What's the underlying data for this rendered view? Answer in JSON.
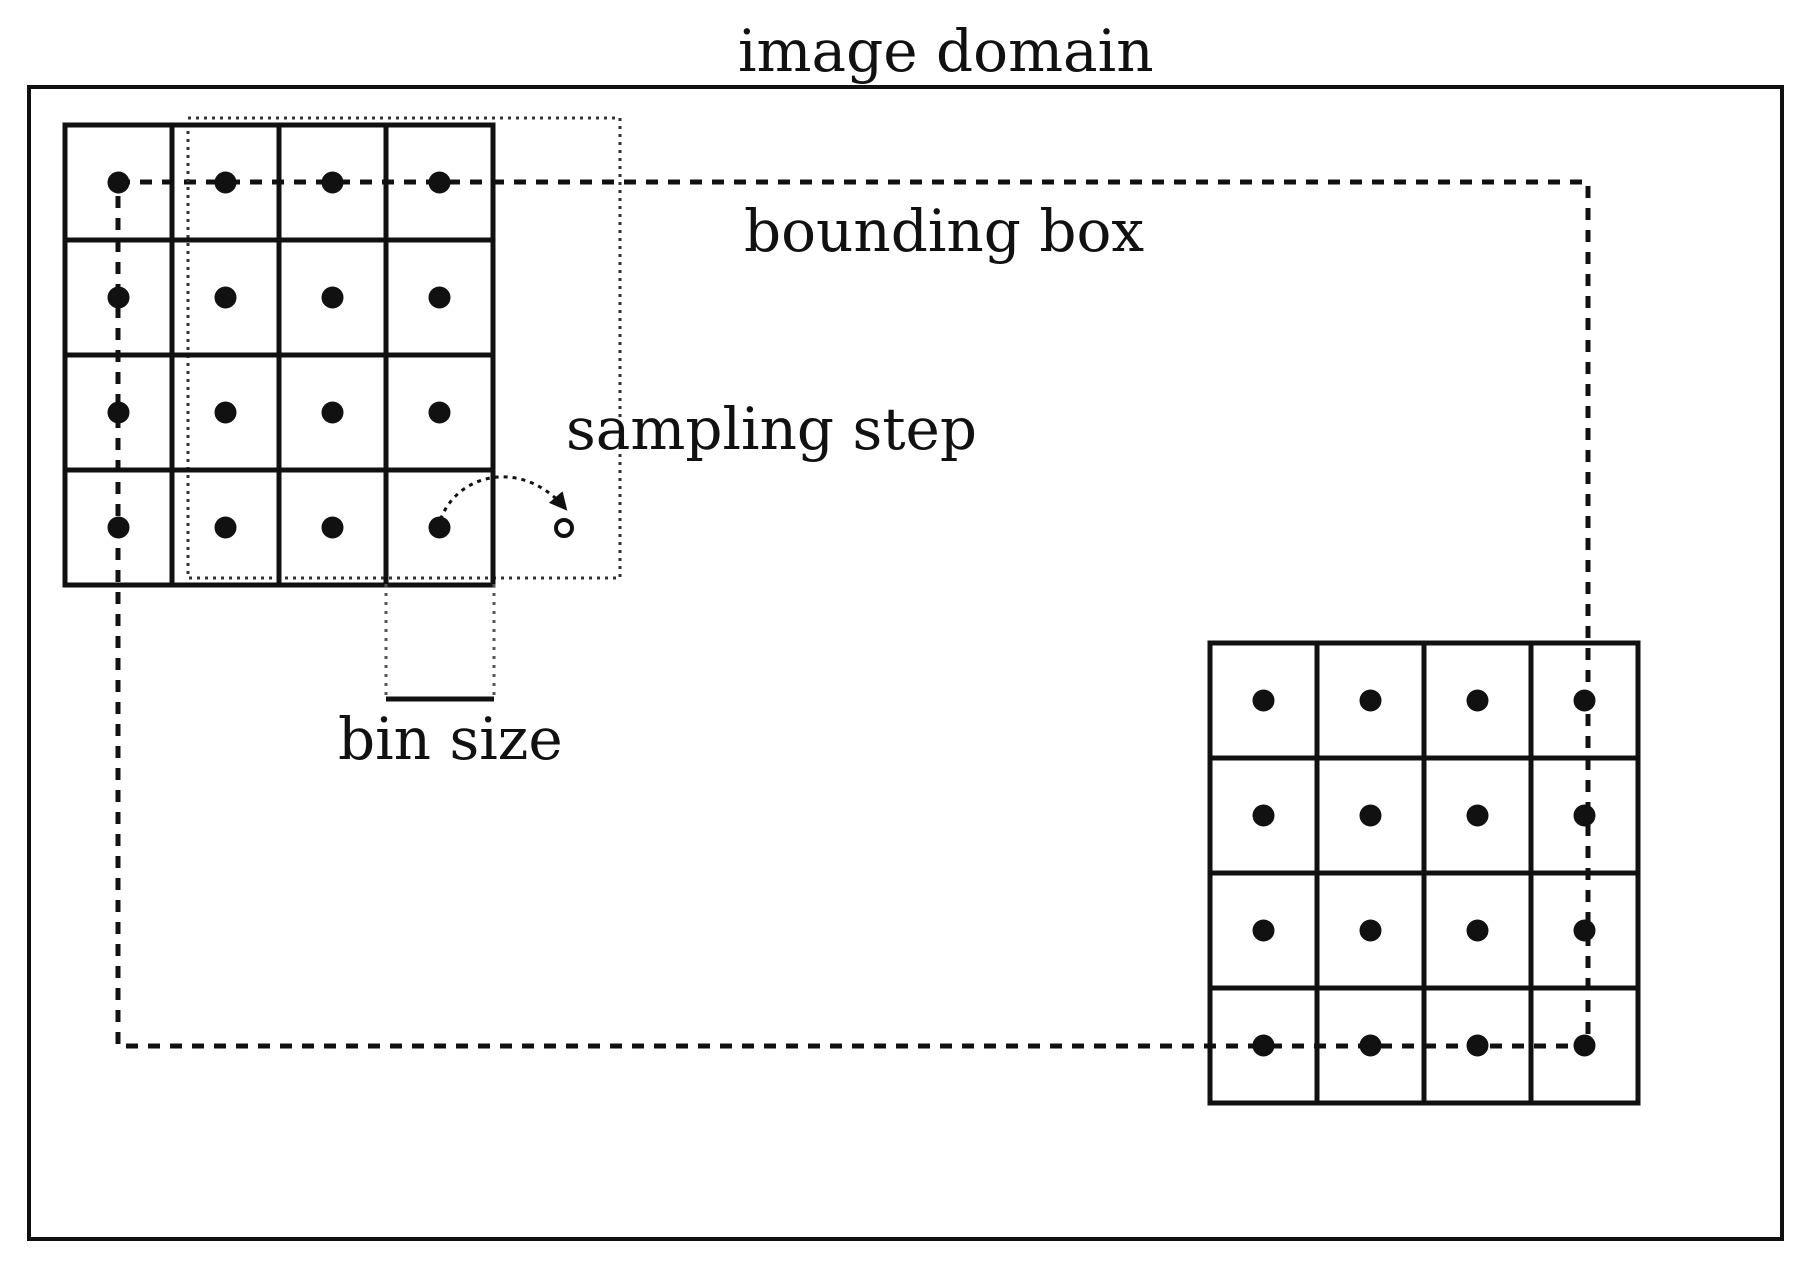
{
  "labels": {
    "image_domain": "image domain",
    "bounding_box": "bounding box",
    "sampling_step": "sampling step",
    "bin_size": "bin size"
  },
  "colors": {
    "stroke": "#111111",
    "background": "#ffffff",
    "dotted_window": "#333333"
  },
  "grid": {
    "rows": 4,
    "cols": 4
  }
}
